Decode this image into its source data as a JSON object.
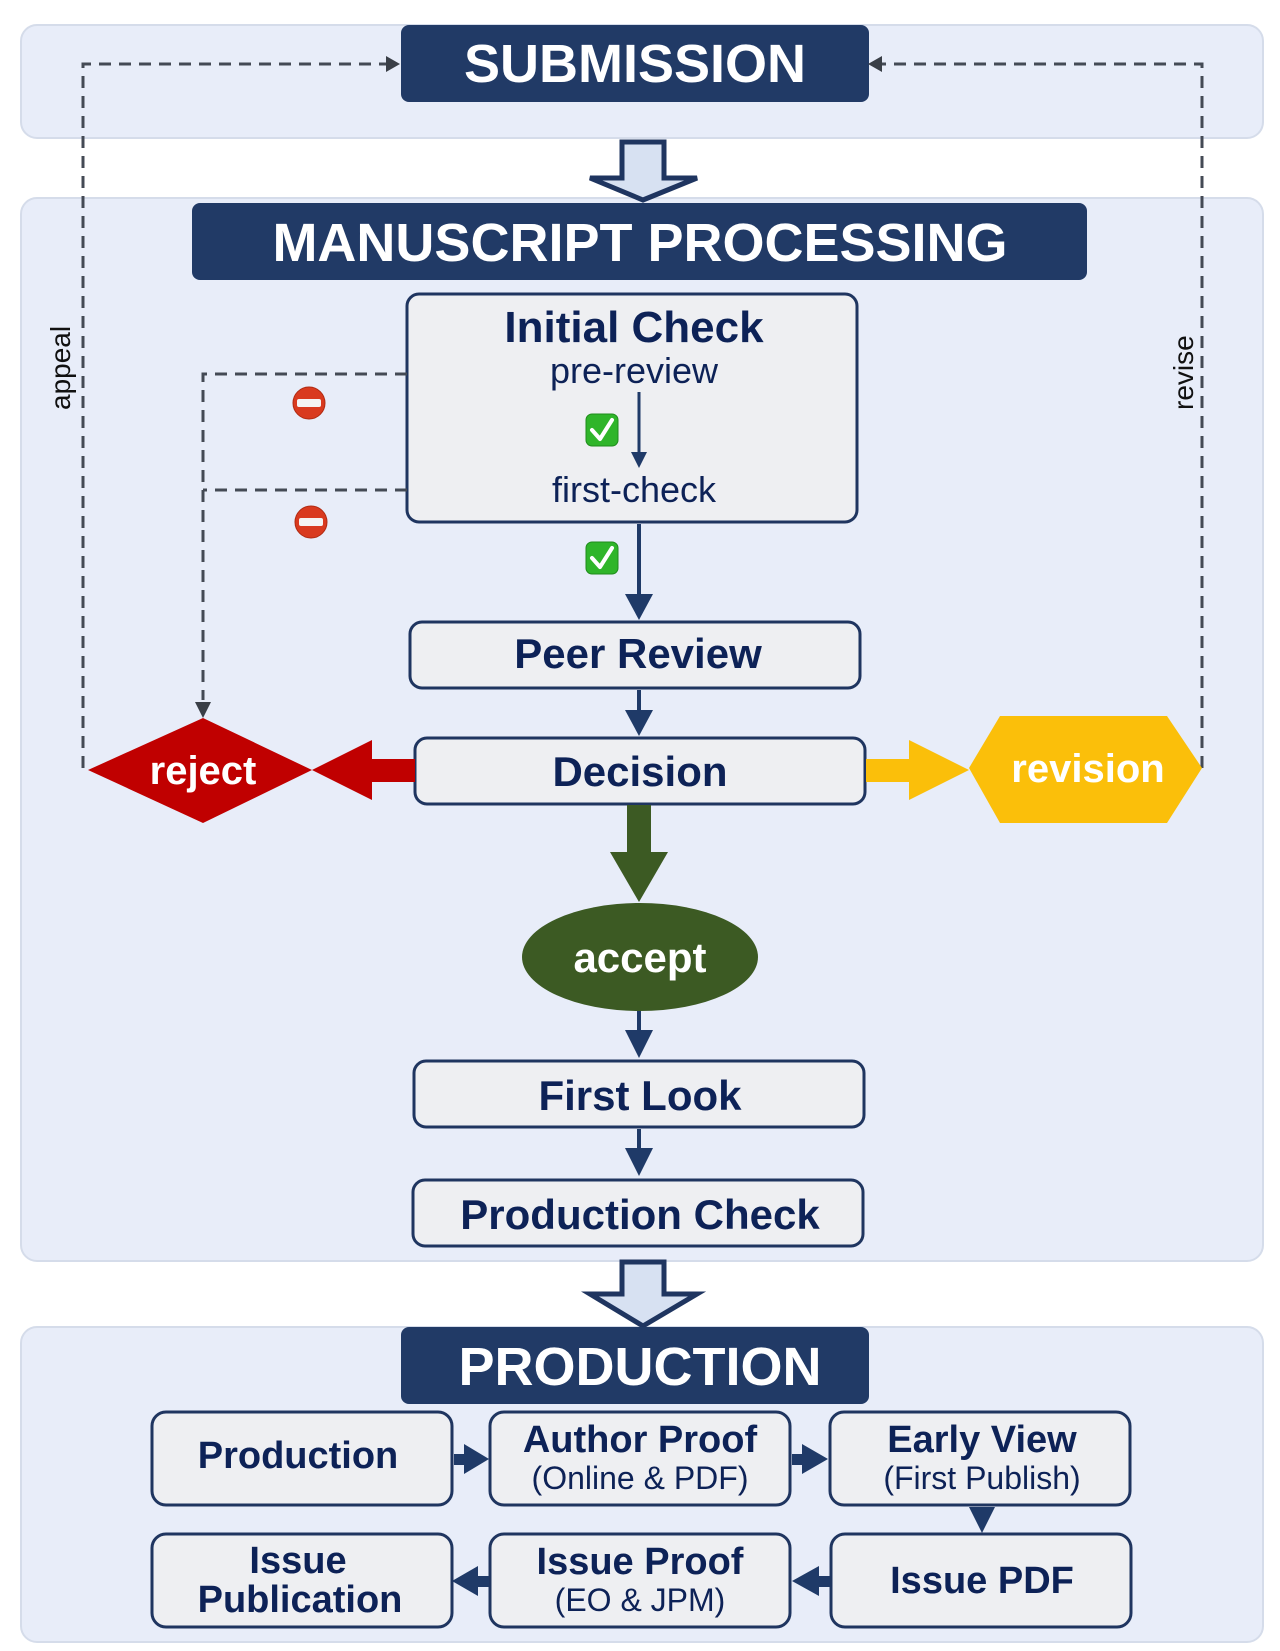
{
  "sections": {
    "submission": {
      "title": "SUBMISSION"
    },
    "manuscript": {
      "title": "MANUSCRIPT PROCESSING"
    },
    "production": {
      "title": "PRODUCTION"
    }
  },
  "initial_check": {
    "title": "Initial Check",
    "step1": "pre-review",
    "step2": "first-check"
  },
  "nodes": {
    "peer_review": "Peer Review",
    "decision": "Decision",
    "reject": "reject",
    "revision": "revision",
    "accept": "accept",
    "first_look": "First Look",
    "production_check": "Production Check"
  },
  "loop_labels": {
    "appeal": "appeal",
    "revise": "revise"
  },
  "production_steps": [
    {
      "title": "Production",
      "subtitle": ""
    },
    {
      "title": "Author Proof",
      "subtitle": "(Online & PDF)"
    },
    {
      "title": "Early View",
      "subtitle": "(First Publish)"
    },
    {
      "title": "Issue PDF",
      "subtitle": ""
    },
    {
      "title": "Issue Proof",
      "subtitle": "(EO & JPM)"
    },
    {
      "title": "Issue",
      "subtitle": "Publication"
    }
  ],
  "status_icons": {
    "pass": "check-mark",
    "fail": "no-entry"
  },
  "colors": {
    "navy": "#213a66",
    "text_navy": "#0d2257",
    "panel": "#e8edf9",
    "reject_red": "#c00000",
    "revision_yellow": "#fbbf0a",
    "accept_green": "#3c5a23",
    "check_green": "#2fb52a",
    "noentry_red": "#d93a1f"
  }
}
